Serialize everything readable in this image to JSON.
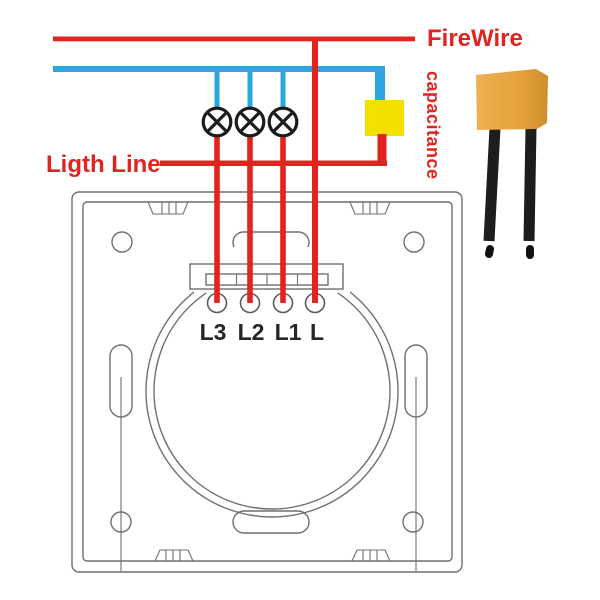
{
  "diagram": {
    "kind": "touch-switch-wiring-diagram",
    "labels": {
      "firewire": "FireWire",
      "light_line": "Ligth Line",
      "capacitance": "capacitance",
      "terminals": [
        "L3",
        "L2",
        "L1",
        "L"
      ]
    },
    "components": {
      "lamp_symbol_count": 3,
      "terminal_count": 4
    },
    "colors": {
      "live_wire": "#e02420",
      "neutral_wire": "#2ca6e0",
      "capacitor_symbol": "#f2e000",
      "capacitor_body": "#e6a23c",
      "label_red": "#e02420",
      "plate_line": "#6f6f6f",
      "lamp_stroke": "#1c1c1c",
      "terminal_label": "#262626",
      "background": "#ffffff"
    }
  }
}
